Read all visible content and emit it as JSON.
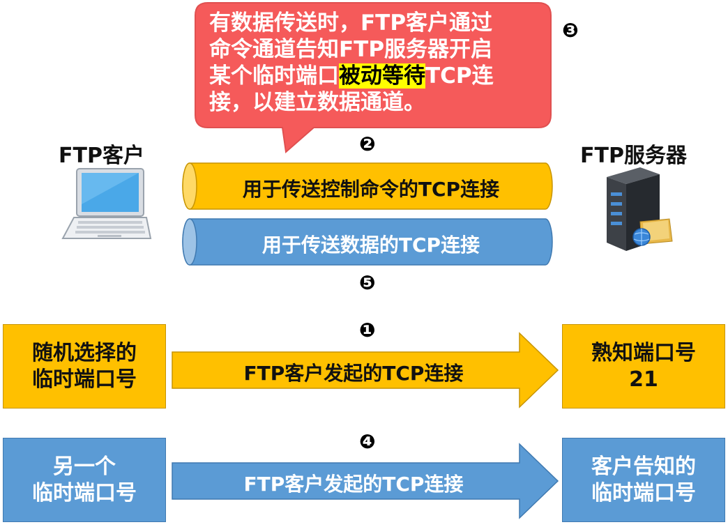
{
  "bubble": {
    "line1": "有数据传送时，FTP客户通过",
    "line2": "命令通道告知FTP服务器开启",
    "line3_pre": "某个临时端口",
    "line3_hl": "被动等待",
    "line3_post": "TCP连",
    "line4": "接，以建立数据通道。"
  },
  "steps": {
    "s1": "❶",
    "s2": "❷",
    "s3": "❸",
    "s4": "❹",
    "s5": "❺"
  },
  "client_label": "FTP客户",
  "server_label": "FTP服务器",
  "control_conn": "用于传送控制命令的TCP连接",
  "data_conn": "用于传送数据的TCP连接",
  "row1": {
    "left_l1": "随机选择的",
    "left_l2": "临时端口号",
    "arrow": "FTP客户发起的TCP连接",
    "right_l1": "熟知端口号",
    "right_l2": "21"
  },
  "row2": {
    "left_l1": "另一个",
    "left_l2": "临时端口号",
    "arrow": "FTP客户发起的TCP连接",
    "right_l1": "客户告知的",
    "right_l2": "临时端口号"
  },
  "colors": {
    "bubble": "#f55a5a",
    "control": "#ffc000",
    "data": "#5b9bd5",
    "highlight": "#ffff00"
  }
}
